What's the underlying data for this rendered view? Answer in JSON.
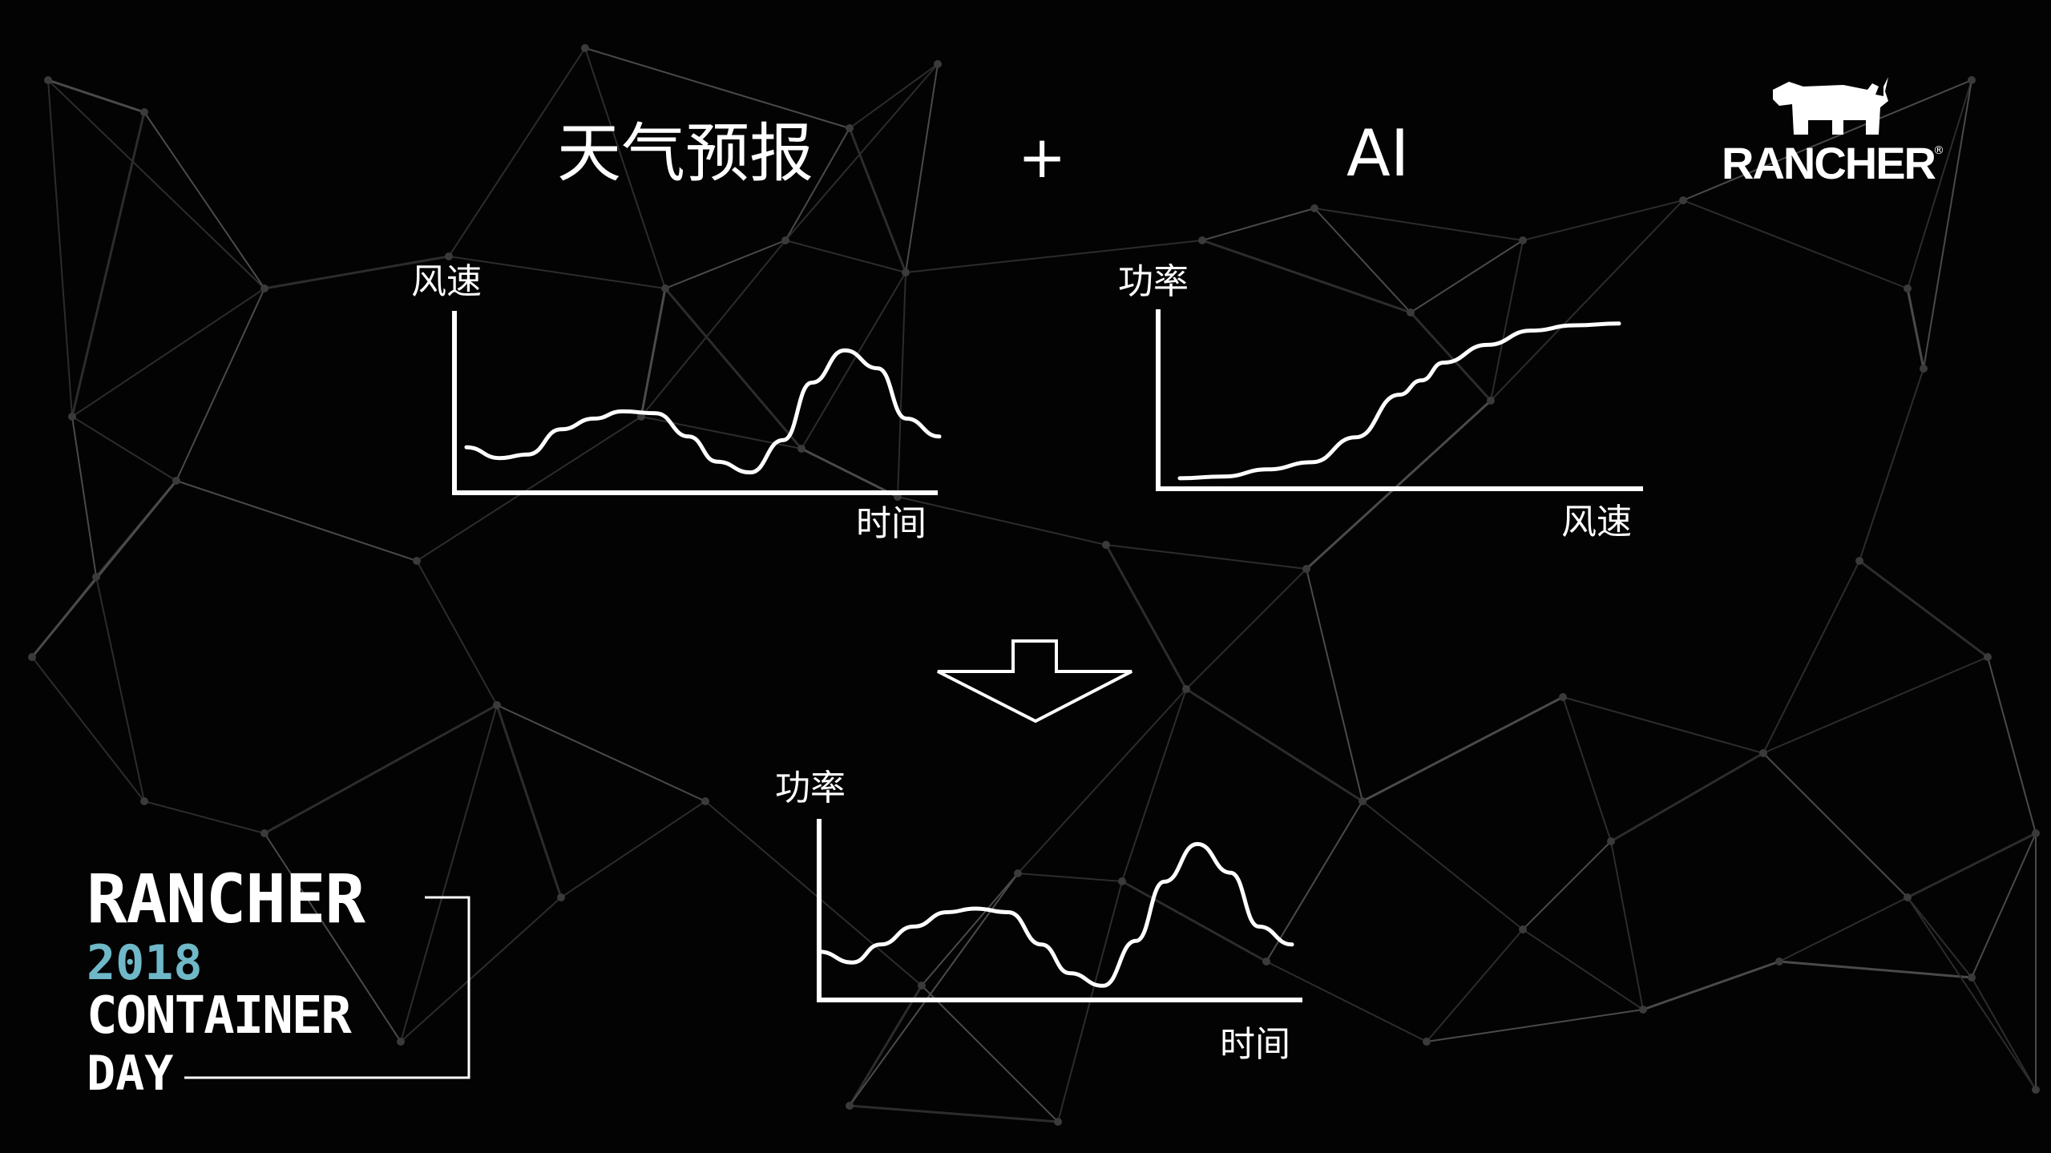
{
  "slide": {
    "title_left": "天气预报",
    "plus": "+",
    "title_right": "AI"
  },
  "logo": {
    "text": "RANCHER",
    "reg_mark": "®"
  },
  "chart_wind": {
    "ylabel": "风速",
    "xlabel": "时间"
  },
  "chart_power_curve": {
    "ylabel": "功率",
    "xlabel": "风速"
  },
  "chart_result": {
    "ylabel": "功率",
    "xlabel": "时间"
  },
  "event": {
    "line1": "RANCHER",
    "line2": "2018",
    "line3": "CONTAINER",
    "line4": "DAY",
    "year_color": "#6fb8c8"
  },
  "chart_data": [
    {
      "type": "line",
      "ylabel": "风速",
      "xlabel": "时间",
      "x": [
        0,
        0.07,
        0.13,
        0.2,
        0.27,
        0.33,
        0.4,
        0.47,
        0.53,
        0.6,
        0.67,
        0.73,
        0.8,
        0.87,
        0.93,
        1.0
      ],
      "values": [
        0.24,
        0.18,
        0.2,
        0.34,
        0.4,
        0.44,
        0.43,
        0.3,
        0.16,
        0.1,
        0.28,
        0.6,
        0.78,
        0.68,
        0.4,
        0.3
      ]
    },
    {
      "type": "line",
      "ylabel": "功率",
      "xlabel": "风速",
      "x": [
        0,
        0.1,
        0.2,
        0.3,
        0.4,
        0.5,
        0.55,
        0.6,
        0.7,
        0.8,
        0.9,
        1.0
      ],
      "values": [
        0.05,
        0.06,
        0.1,
        0.14,
        0.28,
        0.52,
        0.6,
        0.7,
        0.8,
        0.88,
        0.91,
        0.92
      ]
    },
    {
      "type": "line",
      "ylabel": "功率",
      "xlabel": "时间",
      "x": [
        0,
        0.07,
        0.13,
        0.2,
        0.27,
        0.33,
        0.4,
        0.47,
        0.53,
        0.6,
        0.67,
        0.73,
        0.8,
        0.87,
        0.93,
        1.0
      ],
      "values": [
        0.26,
        0.2,
        0.3,
        0.4,
        0.48,
        0.5,
        0.48,
        0.3,
        0.14,
        0.07,
        0.32,
        0.65,
        0.86,
        0.7,
        0.4,
        0.3
      ]
    }
  ]
}
